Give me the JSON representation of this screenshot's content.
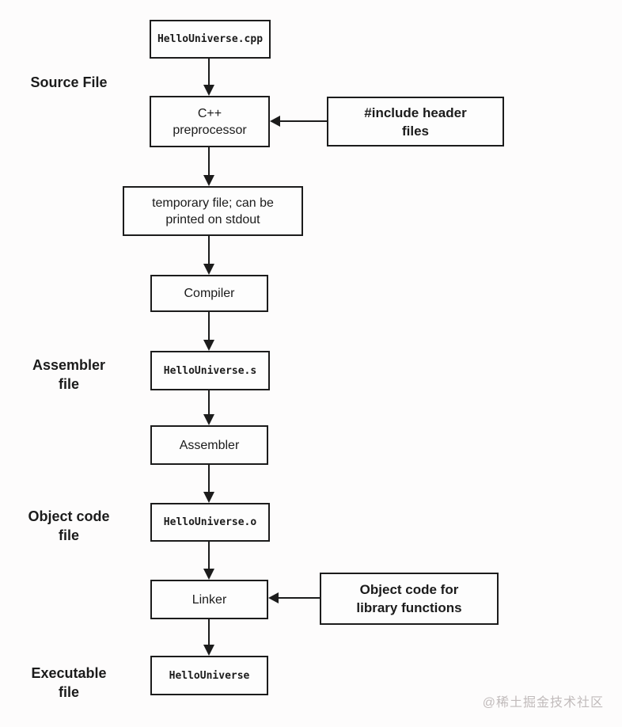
{
  "diagram": {
    "title_context": "C++ compilation pipeline flowchart",
    "nodes": {
      "cpp_file": "HelloUniverse.cpp",
      "preprocessor": "C++\npreprocessor",
      "temp_file": "temporary file; can be\nprinted on stdout",
      "compiler": "Compiler",
      "asm_file": "HelloUniverse.s",
      "assembler": "Assembler",
      "obj_file": "HelloUniverse.o",
      "linker": "Linker",
      "exe_file": "HelloUniverse",
      "include_headers": "#include header\nfiles",
      "library_objects": "Object code for\nlibrary functions"
    },
    "side_labels": {
      "source": "Source File",
      "assembler": "Assembler\nfile",
      "object_code": "Object code\nfile",
      "executable": "Executable\nfile"
    },
    "watermark": "@稀土掘金技术社区",
    "colors": {
      "line": "#1c1c1c",
      "background": "#fdfcfc",
      "watermark": "#c1bbbb"
    }
  }
}
